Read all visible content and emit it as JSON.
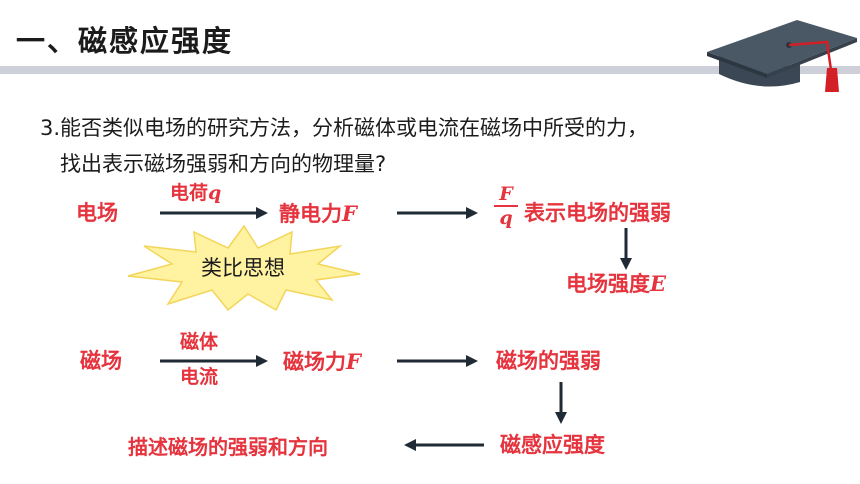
{
  "slide": {
    "title": "一、磁感应强度",
    "question": {
      "line1": "3.能否类似电场的研究方法，分析磁体或电流在磁场中所受的力，",
      "line2": "找出表示磁场强弱和方向的物理量?"
    }
  },
  "electric_chain": {
    "field": "电场",
    "arrow_label": "电荷",
    "arrow_label_var": "q",
    "force": "静电力",
    "force_var": "F",
    "frac_num": "F",
    "frac_den": "q",
    "meaning": "表示电场的强弱",
    "strength": "电场强度",
    "strength_var": "E"
  },
  "analogy_label": "类比思想",
  "magnetic_chain": {
    "field": "磁场",
    "arrow_label_top": "磁体",
    "arrow_label_bottom": "电流",
    "force": "磁场力",
    "force_var": "F",
    "meaning": "磁场的强弱",
    "concept": "磁感应强度",
    "conclusion": "描述磁场的强弱和方向"
  },
  "colors": {
    "accent_red": "#e5343e",
    "arrow": "#1f2a35",
    "burst_fill": "#fff2a0",
    "title_bar": "#cdd0d8",
    "cap": "#4a5866",
    "tassel": "#d32027"
  },
  "icons": [
    "graduation-cap-icon"
  ]
}
